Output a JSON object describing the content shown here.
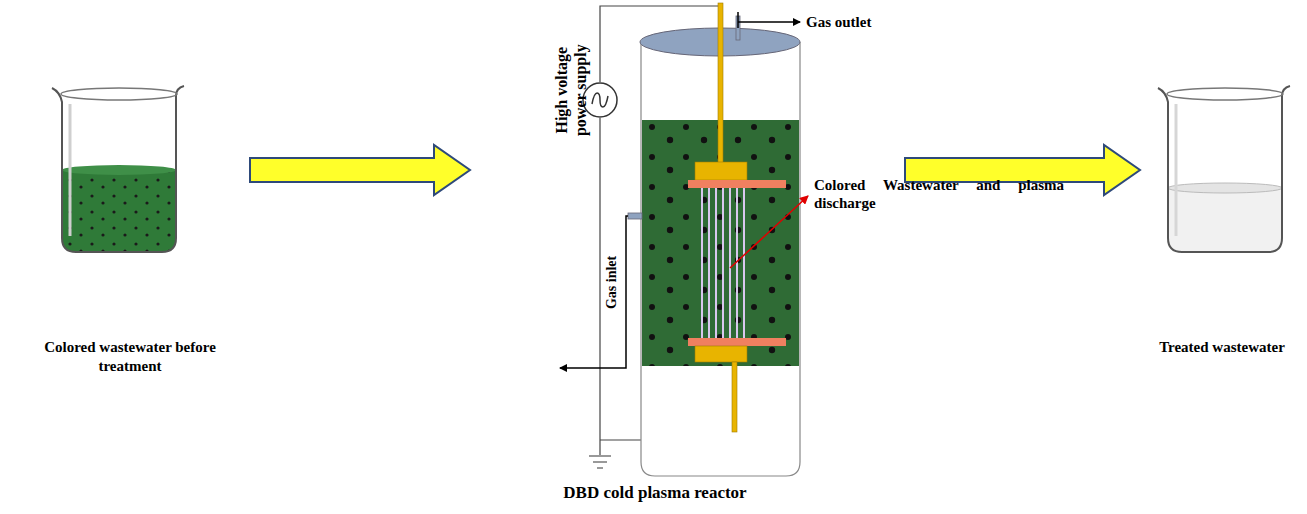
{
  "diagram": {
    "nodes": [
      {
        "text": [
          "Colored wastewater before treatment"
        ]
      },
      {
        "text": [
          "DBD cold plasma reactor"
        ]
      },
      {
        "text": [
          "Treated wastewater"
        ]
      }
    ],
    "edges": [
      {
        "from": 0,
        "to": 1,
        "arrow": "to"
      },
      {
        "from": 1,
        "to": 2,
        "arrow": "to"
      }
    ],
    "labels": [
      "High voltage power supply",
      "Gas outlet",
      "Colored Wastewater and plasma discharge",
      "Gas inlet"
    ]
  }
}
